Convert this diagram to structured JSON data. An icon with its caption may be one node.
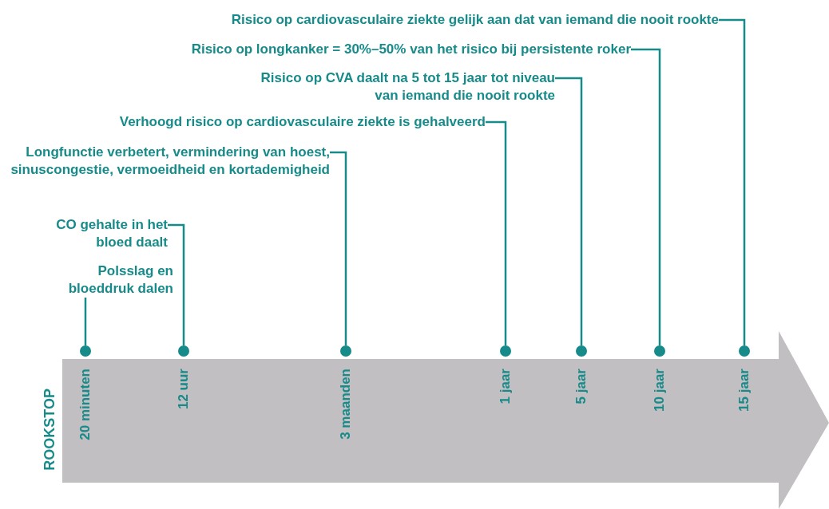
{
  "diagram": {
    "nodes": [
      {
        "text": [
          "20 minuten",
          "12 uur",
          "3 maanden",
          "1 jaar",
          "5 jaar",
          "10 jaar",
          "15 jaar"
        ]
      },
      {
        "text": [
          "Risico op cardiovasculaire ziekte gelijk aan dat van iemand die nooit rookte"
        ]
      },
      {
        "text": [
          "Risico op longkanker = 30%–50% van het risico bij persistente roker"
        ]
      },
      {
        "text": [
          "Risico op CVA daalt na 5 tot 15 jaar tot niveau van iemand die nooit rookte"
        ]
      },
      {
        "text": [
          "Verhoogd risico op cardiovasculaire ziekte is gehalveerd"
        ]
      },
      {
        "text": [
          "Longfunctie verbetert, vermindering van hoest, sinuscongestie, vermoeidheid en kortademigheid"
        ]
      },
      {
        "text": [
          "CO gehalte in het bloed daalt"
        ]
      },
      {
        "text": [
          "Polsslag en bloeddruk dalen"
        ]
      },
      {
        "text": [],
        "shape": "circle"
      },
      {
        "text": [],
        "shape": "circle"
      },
      {
        "text": [],
        "shape": "circle"
      },
      {
        "text": [],
        "shape": "circle"
      },
      {
        "text": [],
        "shape": "circle"
      },
      {
        "text": [],
        "shape": "circle"
      },
      {
        "text": [],
        "shape": "circle"
      }
    ],
    "edges": [
      {
        "from": 1,
        "to": 14,
        "arrow": "none"
      },
      {
        "from": 2,
        "to": 13,
        "arrow": "none"
      },
      {
        "from": 3,
        "to": 12,
        "arrow": "none"
      },
      {
        "from": 4,
        "to": 11,
        "arrow": "none"
      },
      {
        "from": 5,
        "to": 10,
        "arrow": "none"
      },
      {
        "from": 6,
        "to": 9,
        "arrow": "none"
      },
      {
        "from": 7,
        "to": 8,
        "arrow": "none"
      }
    ],
    "labels": [
      "ROOKSTOP"
    ]
  }
}
